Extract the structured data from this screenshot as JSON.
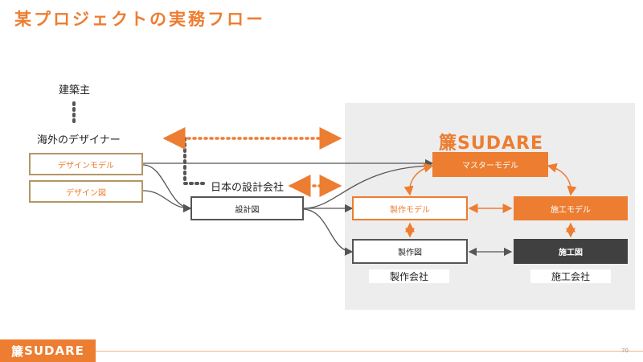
{
  "title": "某プロジェクトの実務フロー",
  "labels": {
    "owner": "建築主",
    "foreign_designer": "海外のデザイナー",
    "domestic_design_firm": "日本の設計会社",
    "fabrication_company": "製作会社",
    "construction_company": "施工会社"
  },
  "boxes": {
    "design_model": "デザインモデル",
    "design_drawing": "デザイン図",
    "working_drawing": "設計図",
    "master_model": "マスターモデル",
    "fabrication_model": "製作モデル",
    "construction_model": "施工モデル",
    "fabrication_drawing": "製作図",
    "construction_drawing": "施工図"
  },
  "logo": {
    "kanji": "簾",
    "text": "SUDARE"
  },
  "page_number": "70",
  "colors": {
    "accent": "#ed7d31",
    "tan": "#b39767",
    "dark": "#404040",
    "panel": "#ededed"
  }
}
